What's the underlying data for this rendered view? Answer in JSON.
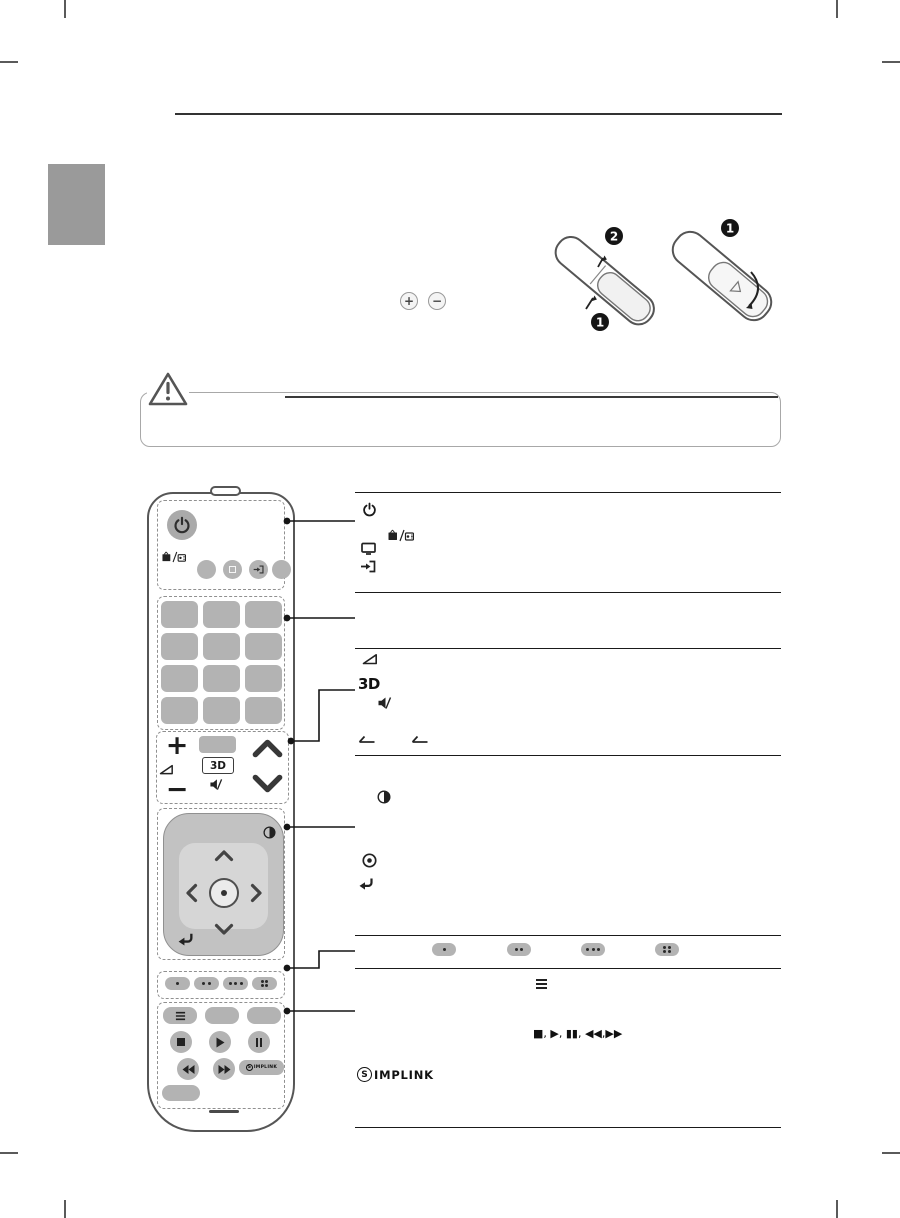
{
  "page": {
    "kind": "tv-manual-remote-control-page",
    "colors": {
      "ink": "#1a1a1a",
      "rule": "#333333",
      "button_gray": "#b3b3b3",
      "pad_gray": "#c2c2c2",
      "tab_gray": "#9a9a9a",
      "remote_outline": "#565656"
    }
  },
  "battery_section": {
    "polarity": {
      "plus": "+",
      "minus": "−"
    },
    "figures": [
      {
        "name": "open-battery-cover",
        "badges": [
          {
            "label": "2"
          },
          {
            "label": "1"
          }
        ]
      },
      {
        "name": "close-battery-cover",
        "badges": [
          {
            "label": "1"
          }
        ]
      }
    ]
  },
  "remote": {
    "three_d_label": "3D",
    "volume_plus": "+",
    "volume_minus": "−",
    "simplink": {
      "s": "S",
      "rest": "IMPLINK"
    }
  },
  "legend_table": {
    "three_d_label": "3D",
    "playback_sequence": "■, ▶, ▮▮, ◀◀,▶▶",
    "simplink": {
      "s": "S",
      "rest": "IMPLINK"
    }
  },
  "icons": {
    "power": "power-symbol",
    "tv_radio": "tv-slash-radio",
    "energy_saving": "display-outline",
    "input": "arrow-into-socket",
    "volume": "volume-wedge",
    "mute": "speaker-slash",
    "q_menu": "half-filled-circle",
    "ok": "circle-with-dot",
    "back": "return-arrow",
    "list": "three-lines",
    "color_keys": "dot-pills",
    "playback": "stop-play-pause-rew-ff",
    "warning": "exclamation-triangle"
  }
}
